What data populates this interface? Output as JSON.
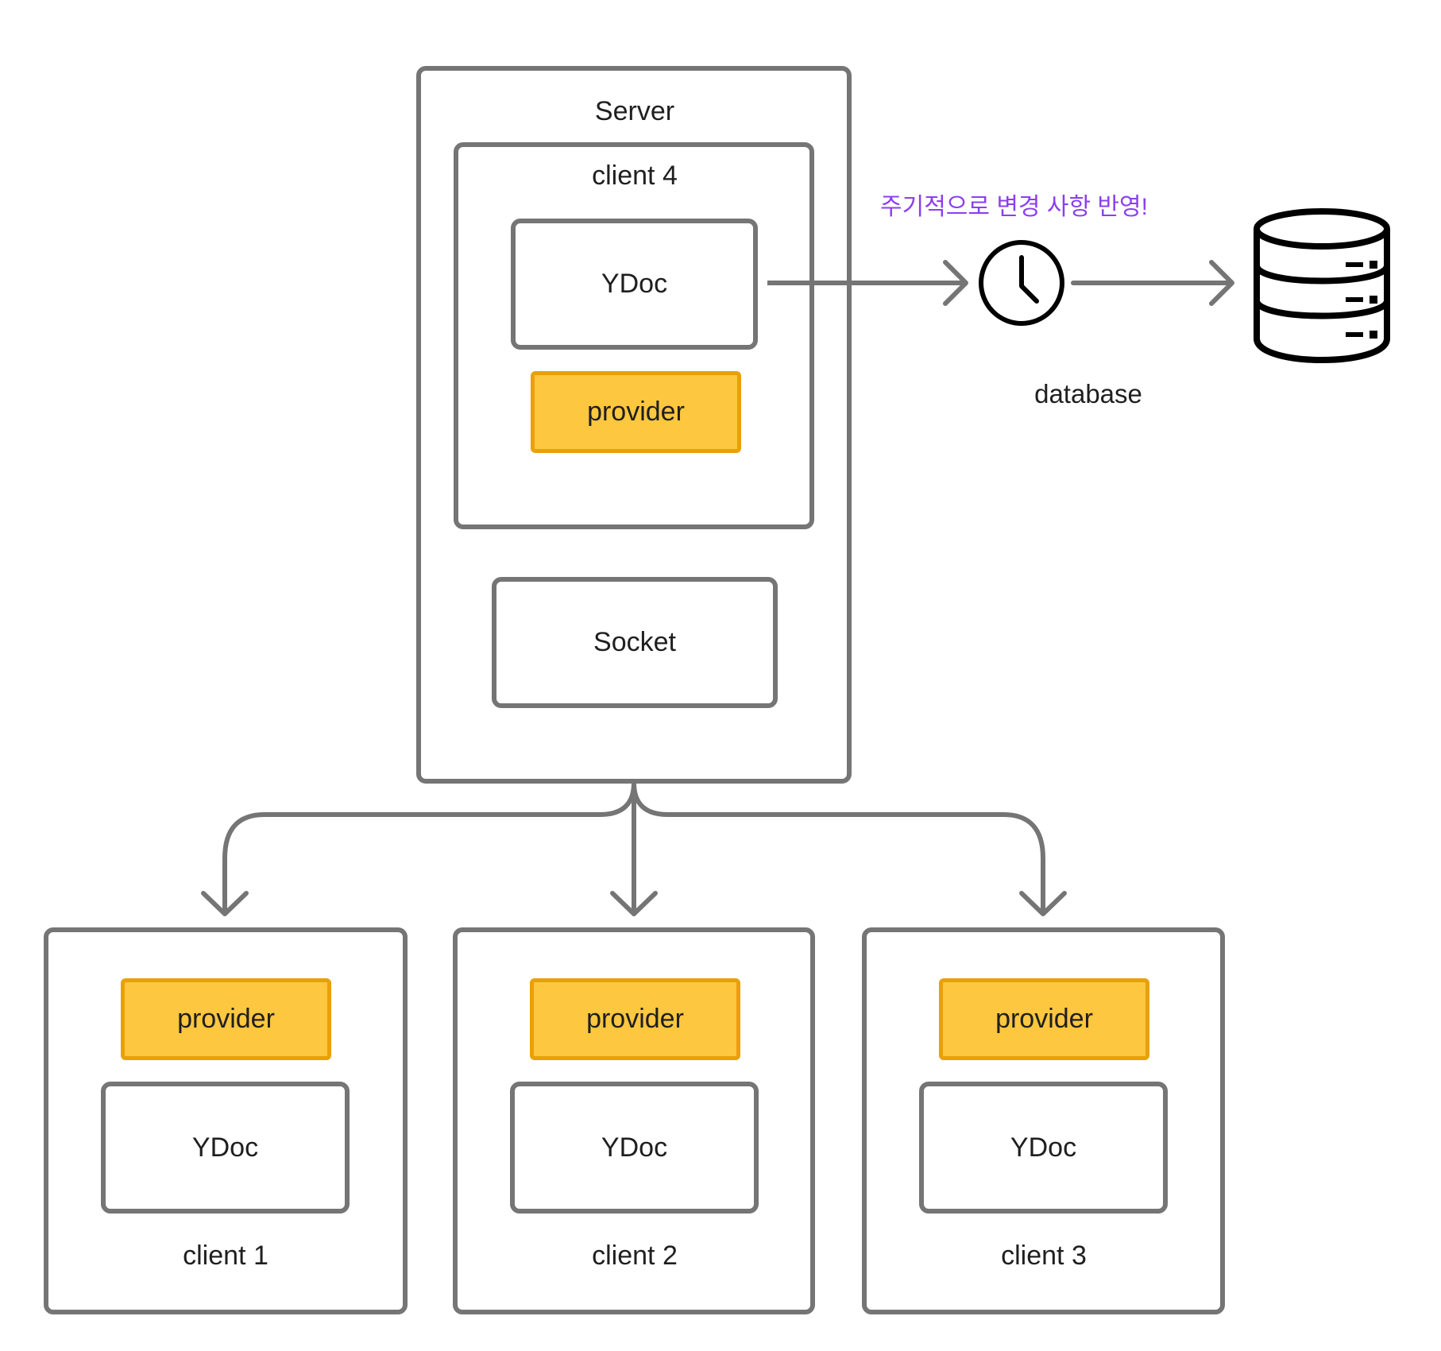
{
  "server": {
    "title": "Server",
    "client4": {
      "title": "client 4",
      "ydoc": "YDoc",
      "provider": "provider"
    },
    "socket": "Socket"
  },
  "sync_note": "주기적으로 변경 사항 반영!",
  "database": {
    "label": "database",
    "icon": "database-icon"
  },
  "clock": {
    "icon": "clock-icon"
  },
  "clients": [
    {
      "title": "client 1",
      "provider": "provider",
      "ydoc": "YDoc"
    },
    {
      "title": "client 2",
      "provider": "provider",
      "ydoc": "YDoc"
    },
    {
      "title": "client 3",
      "provider": "provider",
      "ydoc": "YDoc"
    }
  ],
  "colors": {
    "border": "#757575",
    "provider_fill": "#fdc73f",
    "provider_border": "#e8a106",
    "note_text": "#8b3ff0"
  }
}
